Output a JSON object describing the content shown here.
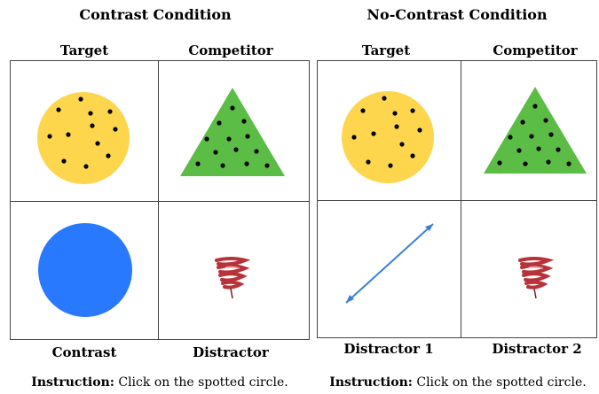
{
  "conditions": [
    {
      "title": "Contrast Condition",
      "labels": {
        "top_left": "Target",
        "top_right": "Competitor",
        "bottom_left": "Contrast",
        "bottom_right": "Distractor"
      },
      "instruction": {
        "prefix": "Instruction:",
        "text": " Click on the spotted circle."
      }
    },
    {
      "title": "No-Contrast Condition",
      "labels": {
        "top_left": "Target",
        "top_right": "Competitor",
        "bottom_left": "Distractor 1",
        "bottom_right": "Distractor 2"
      },
      "instruction": {
        "prefix": "Instruction:",
        "text": " Click on the spotted circle."
      }
    }
  ],
  "colors": {
    "spotted_circle": "#fdd64e",
    "triangle": "#5bbd45",
    "blue_circle": "#2979ff",
    "arrow": "#3a7fd8",
    "spring": "#b8323a",
    "dot": "#000000",
    "border": "#444444"
  },
  "icons": [
    "spotted-circle-icon",
    "spotted-triangle-icon",
    "blue-circle-icon",
    "spring-icon",
    "double-arrow-icon"
  ]
}
